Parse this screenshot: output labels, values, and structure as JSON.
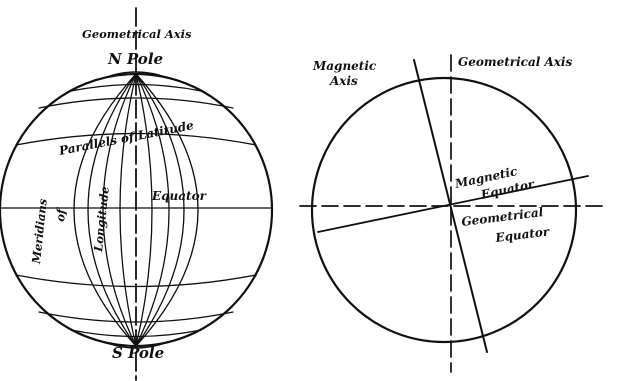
{
  "globe": {
    "axis_label": "Geometrical Axis",
    "north_label": "N Pole",
    "south_label": "S Pole",
    "parallels_label": "Parallels of Latitude",
    "equator_label": "Equator",
    "meridians_word1": "Meridians",
    "meridians_word2": "of",
    "meridians_word3": "Longitude"
  },
  "magnetic": {
    "magnetic_axis_line1": "Magnetic",
    "magnetic_axis_line2": "Axis",
    "geometrical_axis_label": "Geometrical Axis",
    "magnetic_equator_line1": "Magnetic",
    "magnetic_equator_line2": "Equator",
    "geometrical_equator_line1": "Geometrical",
    "geometrical_equator_line2": "Equator"
  }
}
